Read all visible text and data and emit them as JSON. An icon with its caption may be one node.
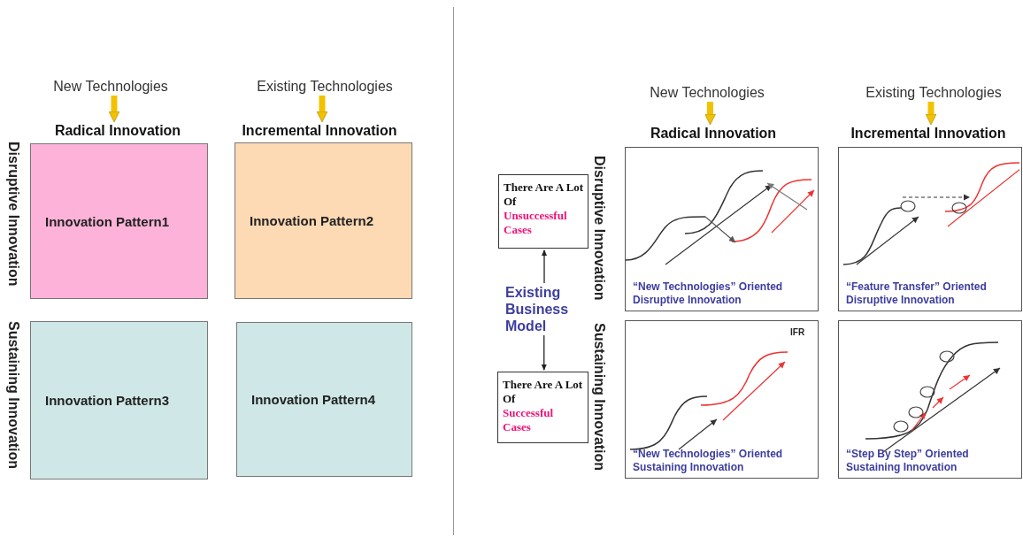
{
  "diagram": {
    "nodes": [
      {
        "text": [
          "New Technologies"
        ]
      },
      {
        "text": [
          "Existing Technologies"
        ]
      },
      {
        "text": [
          "Radical Innovation"
        ]
      },
      {
        "text": [
          "Incremental Innovation"
        ]
      },
      {
        "text": [
          "Innovation Pattern1"
        ]
      },
      {
        "text": [
          "Innovation Pattern2"
        ]
      },
      {
        "text": [
          "Innovation Pattern3"
        ]
      },
      {
        "text": [
          "Innovation Pattern4"
        ]
      },
      {
        "text": [
          "New Technologies"
        ]
      },
      {
        "text": [
          "Existing Technologies"
        ]
      },
      {
        "text": [
          "Radical Innovation"
        ]
      },
      {
        "text": [
          "Incremental Innovation"
        ]
      },
      {
        "text": [
          "There Are A Lot Of",
          "Unsuccessful Cases"
        ]
      },
      {
        "text": [
          "“New Technologies” Oriented Disruptive Innovation"
        ]
      },
      {
        "text": [
          "“Feature Transfer” Oriented Disruptive Innovation"
        ]
      },
      {
        "text": [
          "Existing Business Model"
        ]
      },
      {
        "text": [
          "There Are A Lot Of",
          "Successful Cases"
        ]
      },
      {
        "text": [
          "“New Technologies” Oriented Sustaining Innovation"
        ]
      },
      {
        "text": [
          "“Step By Step” Oriented Sustaining Innovation"
        ]
      }
    ],
    "edges": [
      {
        "from": 0,
        "to": 2,
        "arrow": "to"
      },
      {
        "from": 1,
        "to": 3,
        "arrow": "to"
      },
      {
        "from": 8,
        "to": 10,
        "arrow": "to"
      },
      {
        "from": 9,
        "to": 11,
        "arrow": "to"
      },
      {
        "from": 15,
        "to": 12,
        "arrow": "to",
        "color": "#222222"
      },
      {
        "from": 15,
        "to": 16,
        "arrow": "to",
        "color": "#222222"
      }
    ],
    "labels": [
      "Disruptive Innovation",
      "Sustaining Innovation",
      "Disruptive Innovation",
      "Sustaining Innovation",
      "IFR"
    ]
  }
}
